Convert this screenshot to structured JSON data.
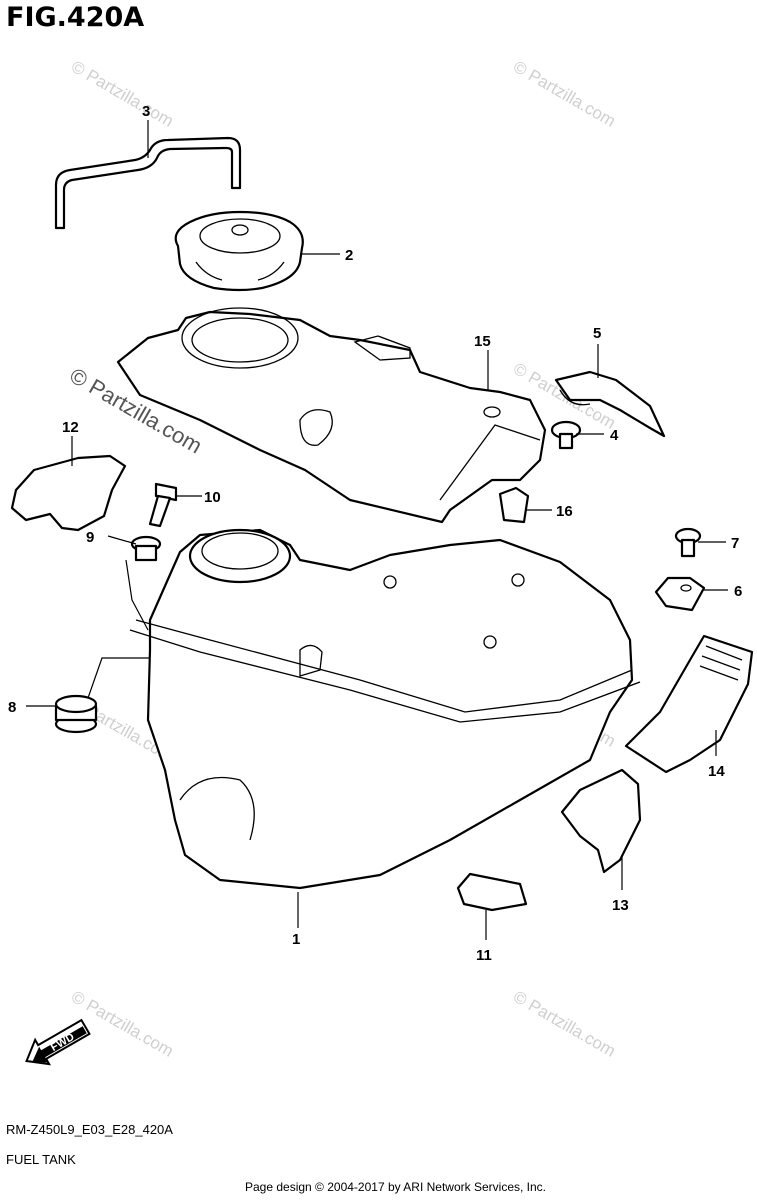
{
  "figure": {
    "title": "FIG.420A",
    "code": "RM-Z450L9_E03_E28_420A",
    "name": "FUEL TANK",
    "credit": "Page design © 2004-2017 by ARI Network Services, Inc."
  },
  "watermarks": {
    "text": "© Partzilla.com",
    "large_text": "© Partzilla.com"
  },
  "fwd_label": "FWD",
  "callouts": [
    "1",
    "2",
    "3",
    "4",
    "5",
    "6",
    "7",
    "8",
    "9",
    "10",
    "11",
    "12",
    "13",
    "14",
    "15",
    "16"
  ]
}
